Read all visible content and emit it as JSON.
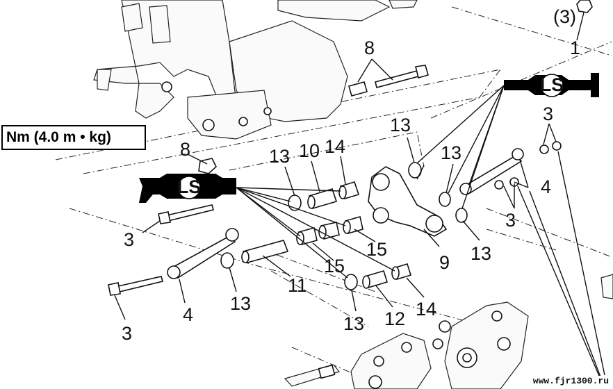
{
  "torque_spec": "Nm (4.0 m • kg)",
  "grease_symbol_label": "LS",
  "watermark": "www.fjr1300.ru",
  "callouts": {
    "c1": "(3)",
    "c2": "1",
    "c3": "8",
    "c4": "3",
    "c5": "4",
    "c6": "3",
    "c7": "8",
    "c8": "13",
    "c9": "10",
    "c10": "14",
    "c11": "13",
    "c12": "13",
    "c13": "3",
    "c14": "15",
    "c15": "9",
    "c16": "13",
    "c17": "15",
    "c18": "11",
    "c19": "14",
    "c20": "13",
    "c21": "4",
    "c22": "12",
    "c23": "13",
    "c24": "3"
  },
  "colors": {
    "ink": "#111111",
    "paper": "#ffffff"
  }
}
